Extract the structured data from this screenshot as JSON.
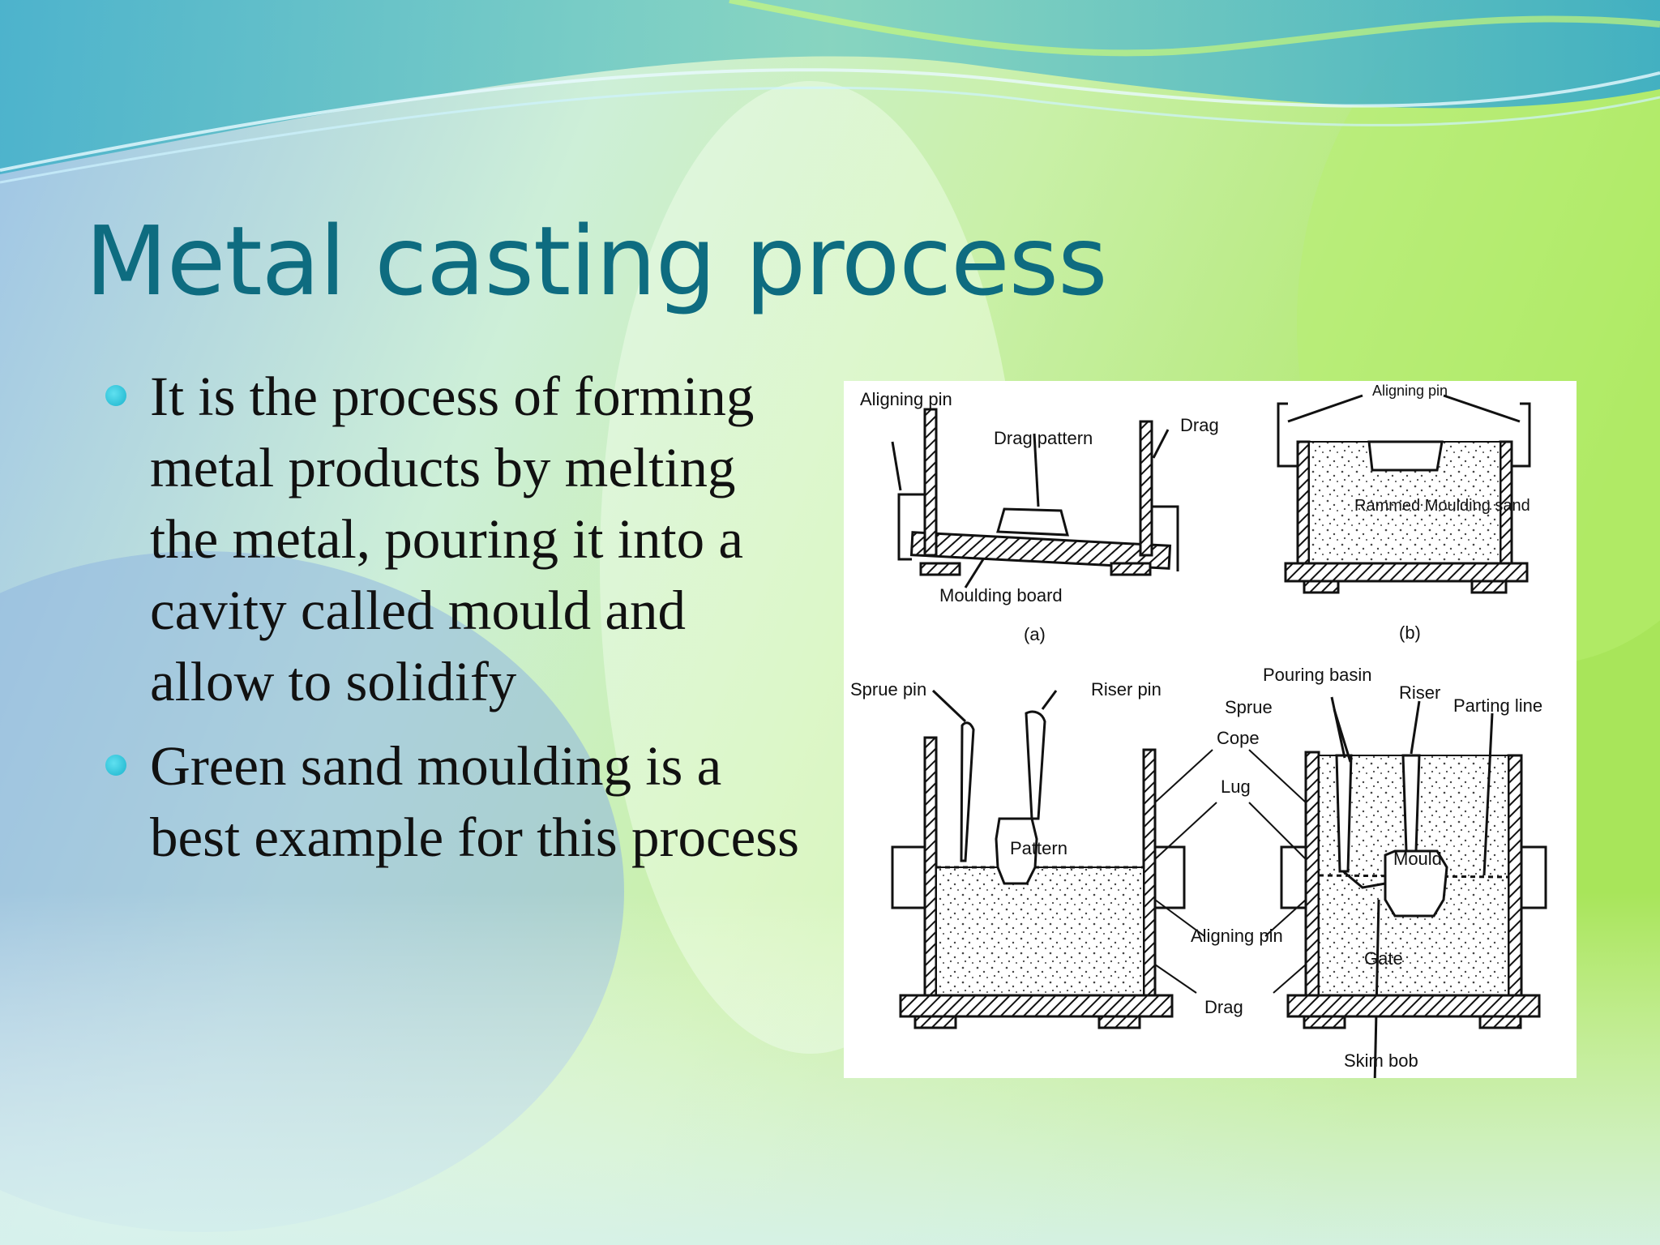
{
  "slide": {
    "title": "Metal casting process",
    "bullets": [
      "It is the process of forming metal products by melting the metal, pouring it into a cavity called mould and allow to solidify",
      "Green sand moulding is a best example for this process"
    ]
  },
  "figure": {
    "panel_a": {
      "caption": "(a)",
      "labels": {
        "aligning_pin": "Aligning pin",
        "drag_pattern": "Drag pattern",
        "drag": "Drag",
        "moulding_board": "Moulding board"
      }
    },
    "panel_b": {
      "caption": "(b)",
      "labels": {
        "aligning_pin": "Aligning pin",
        "rammed_sand": "Rammed Moulding sand"
      }
    },
    "panel_c": {
      "labels": {
        "sprue_pin": "Sprue pin",
        "riser_pin": "Riser pin",
        "pattern": "Pattern"
      }
    },
    "panel_d": {
      "labels": {
        "pouring_basin": "Pouring basin",
        "sprue": "Sprue",
        "riser": "Riser",
        "parting_line": "Parting line",
        "mould": "Mould",
        "gate": "Gate",
        "skim_bob": "Skim bob"
      }
    },
    "shared_labels": {
      "cope": "Cope",
      "lug": "Lug",
      "aligning_pin": "Aligning pin",
      "drag": "Drag"
    }
  },
  "colors": {
    "title": "#0E6C80",
    "bullet_dot": "#1BB3CC",
    "text": "#111111"
  }
}
